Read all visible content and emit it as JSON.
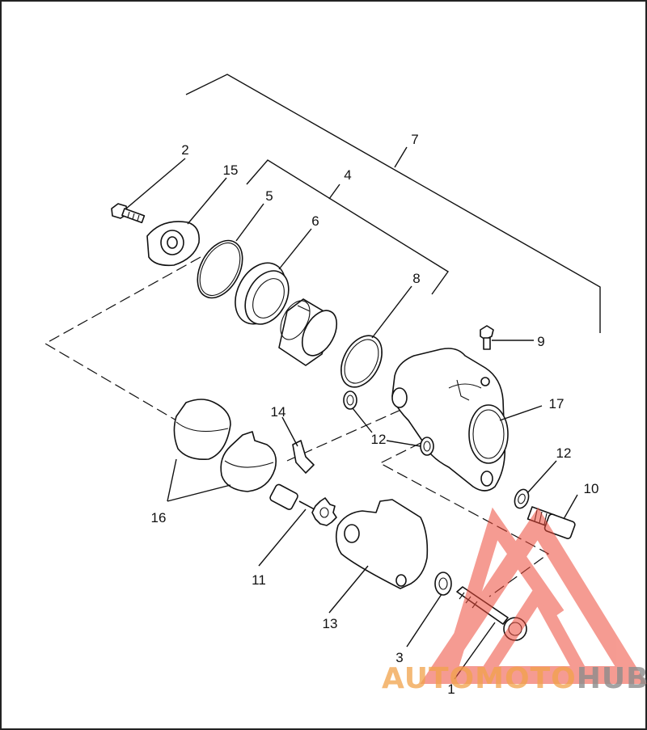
{
  "diagram": {
    "callouts": {
      "c1": "1",
      "c2": "2",
      "c3": "3",
      "c4": "4",
      "c5": "5",
      "c6": "6",
      "c7": "7",
      "c8": "8",
      "c9": "9",
      "c10": "10",
      "c11": "11",
      "c12a": "12",
      "c12b": "12",
      "c13": "13",
      "c14": "14",
      "c15": "15",
      "c16": "16",
      "c17": "17"
    }
  },
  "watermark": {
    "brand_part1": "AUTOMOTO",
    "brand_part2": "HUB",
    "color_red": "#ee4b3a",
    "color_orange": "#f0a24a",
    "color_gray": "#8c8c8c"
  }
}
